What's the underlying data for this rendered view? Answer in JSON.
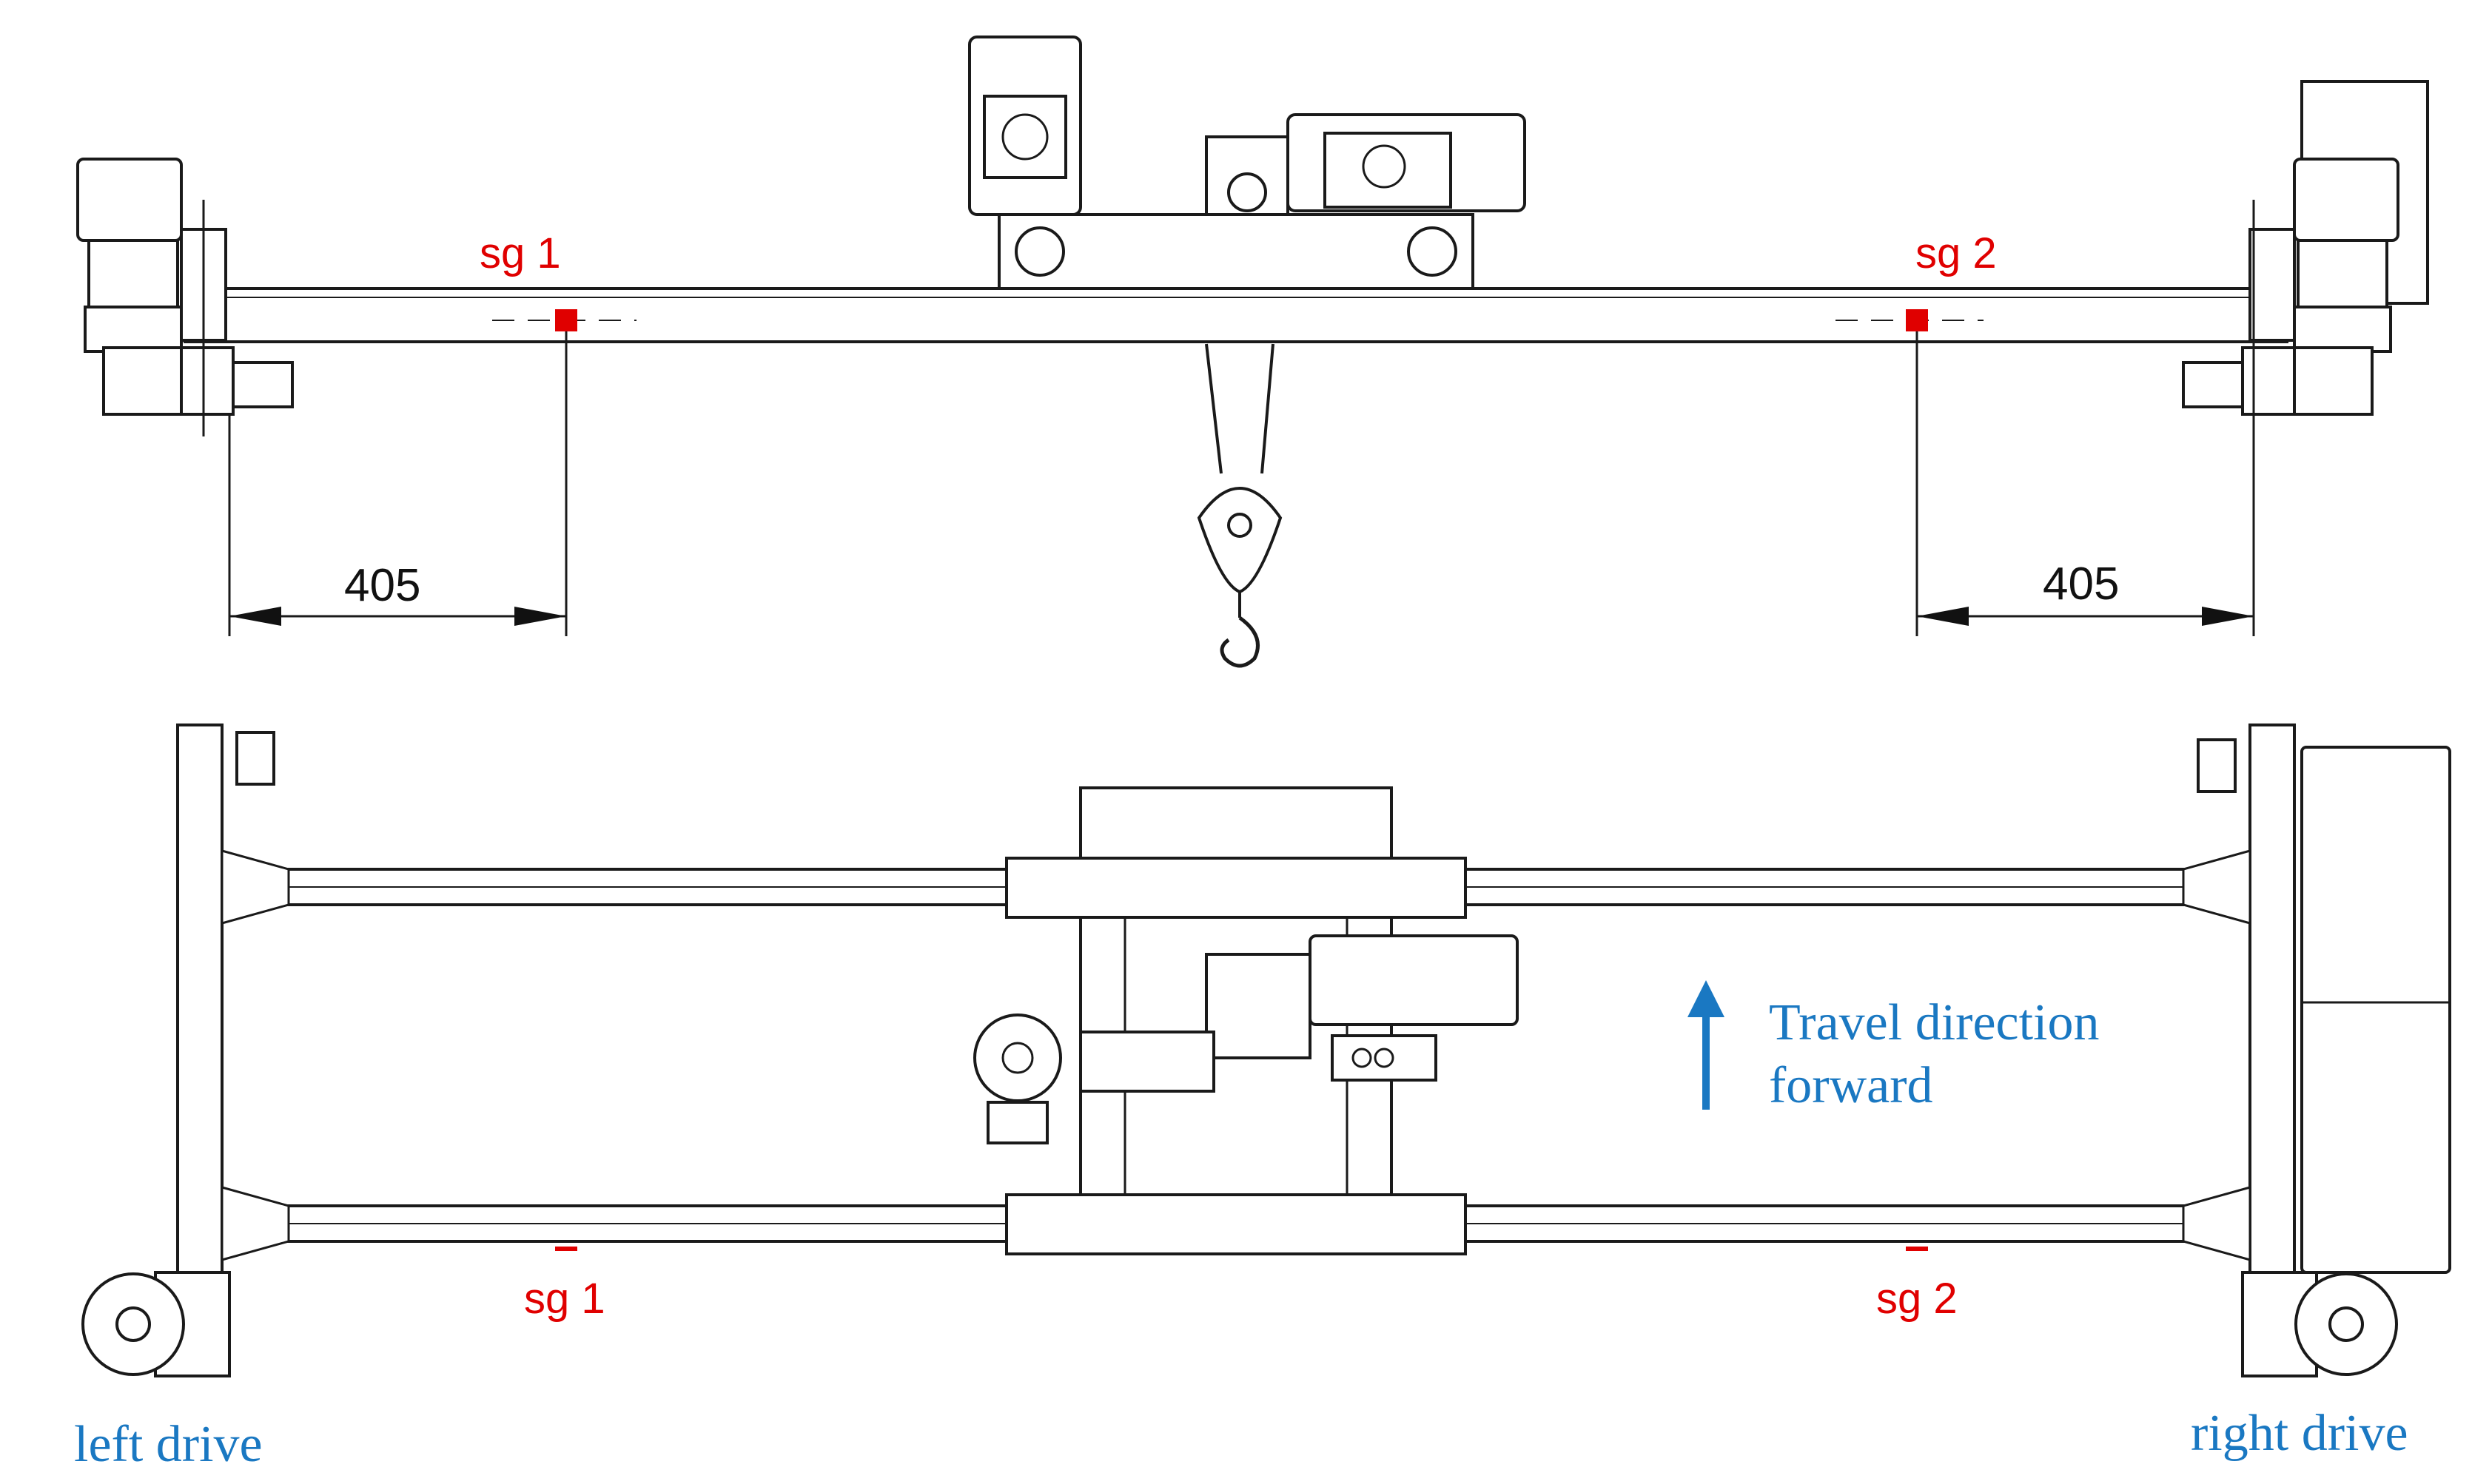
{
  "labels": {
    "sg1_top": "sg 1",
    "sg2_top": "sg 2",
    "sg1_bottom": "sg 1",
    "sg2_bottom": "sg 2",
    "dim_left": "405",
    "dim_right": "405",
    "travel_line1": "Travel direction",
    "travel_line2": "forward",
    "left_drive": "left drive",
    "right_drive": "right drive"
  },
  "colors": {
    "sensor": "#e00000",
    "annotation": "#1a78c2",
    "drawing": "#1a1a1a"
  },
  "icons": {
    "travel_arrow": "arrow-up-icon",
    "sensor_marker": "square-marker-icon"
  }
}
